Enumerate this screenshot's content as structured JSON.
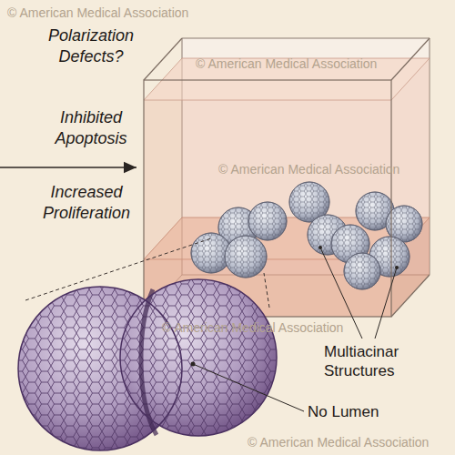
{
  "diagram": {
    "labels": [
      "Polarization Defects?",
      "Inhibited Apoptosis",
      "Increased Proliferation",
      "Multiacinar Structures",
      "No Lumen",
      "© American Medical Association",
      "© American Medical Association",
      "© American Medical Association",
      "© American Medical Association",
      "© American Medical Association"
    ]
  }
}
